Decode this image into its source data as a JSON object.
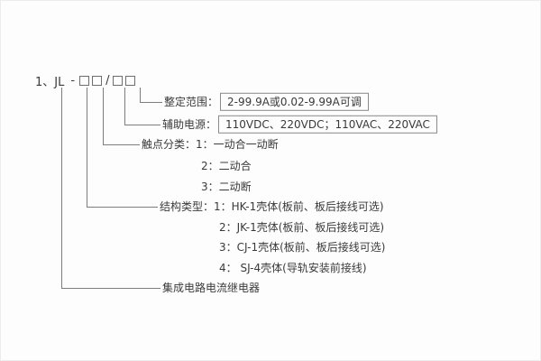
{
  "model_code": {
    "prefix": "1、JL",
    "dash": "-",
    "slash": "/"
  },
  "rows": {
    "setting_range": {
      "label": "整定范围：",
      "value": "2-99.9A或0.02-9.99A可调"
    },
    "aux_power": {
      "label": "辅助电源：",
      "value": "110VDC、220VDC；110VAC、220VAC"
    },
    "contact_type": {
      "label": "触点分类：",
      "items": [
        "1：一动合一动断",
        "2：二动合",
        "3：二动断"
      ]
    },
    "structure_type": {
      "label": "结构类型：",
      "items": [
        "1：HK-1壳体(板前、板后接线可选)",
        "2：JK-1壳体(板前、板后接线可选)",
        "3：CJ-1壳体(板前、板后接线可选)",
        "4： SJ-4壳体(导轨安装前接线)"
      ]
    },
    "product_name": "集成电路电流继电器"
  },
  "colors": {
    "text": "#3a3a3a",
    "line": "#7d7d7d",
    "value_box_border": "#8a8a8a"
  }
}
